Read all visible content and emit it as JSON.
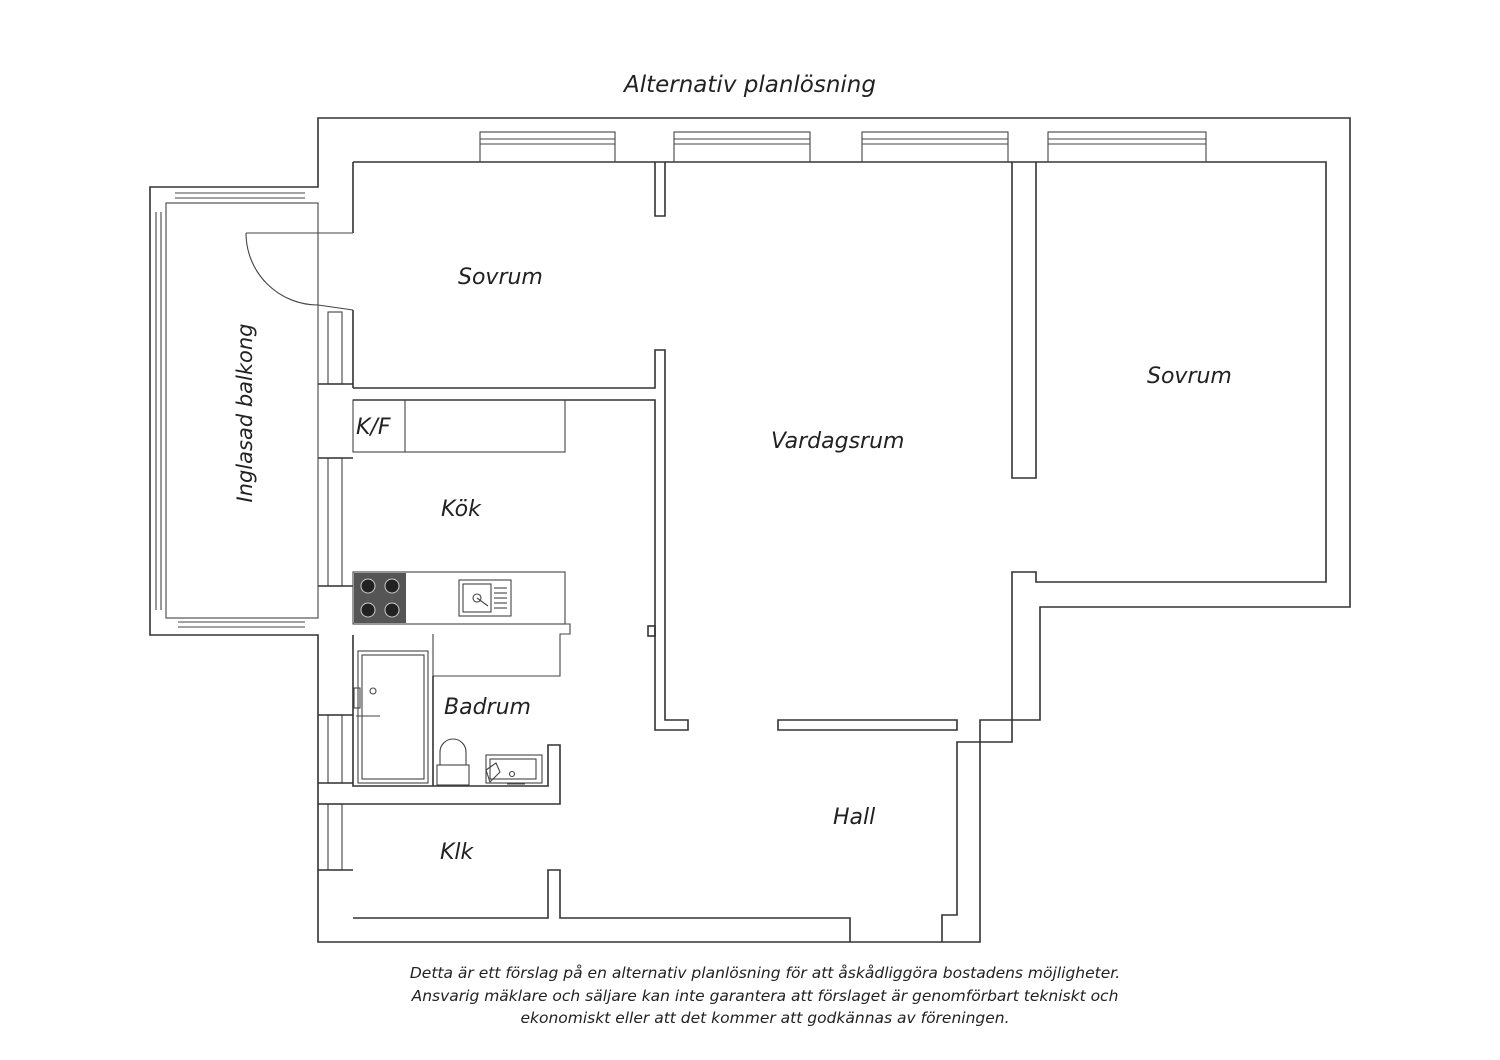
{
  "title": "Alternativ planlösning",
  "rooms": {
    "sovrum_left": "Sovrum",
    "sovrum_right": "Sovrum",
    "vardagsrum": "Vardagsrum",
    "kok": "Kök",
    "kf": "K/F",
    "badrum": "Badrum",
    "klk": "Klk",
    "hall": "Hall",
    "balkong": "Inglasad balkong"
  },
  "disclaimer": {
    "line1": "Detta är ett förslag på en alternativ planlösning för att åskådliggöra bostadens möjligheter.",
    "line2": "Ansvarig mäklare och säljare kan inte garantera att förslaget är genomförbart tekniskt och",
    "line3": "ekonomiskt eller att det kommer att godkännas av föreningen."
  },
  "colors": {
    "line": "#333333",
    "background": "#ffffff",
    "stove": "#555555"
  }
}
